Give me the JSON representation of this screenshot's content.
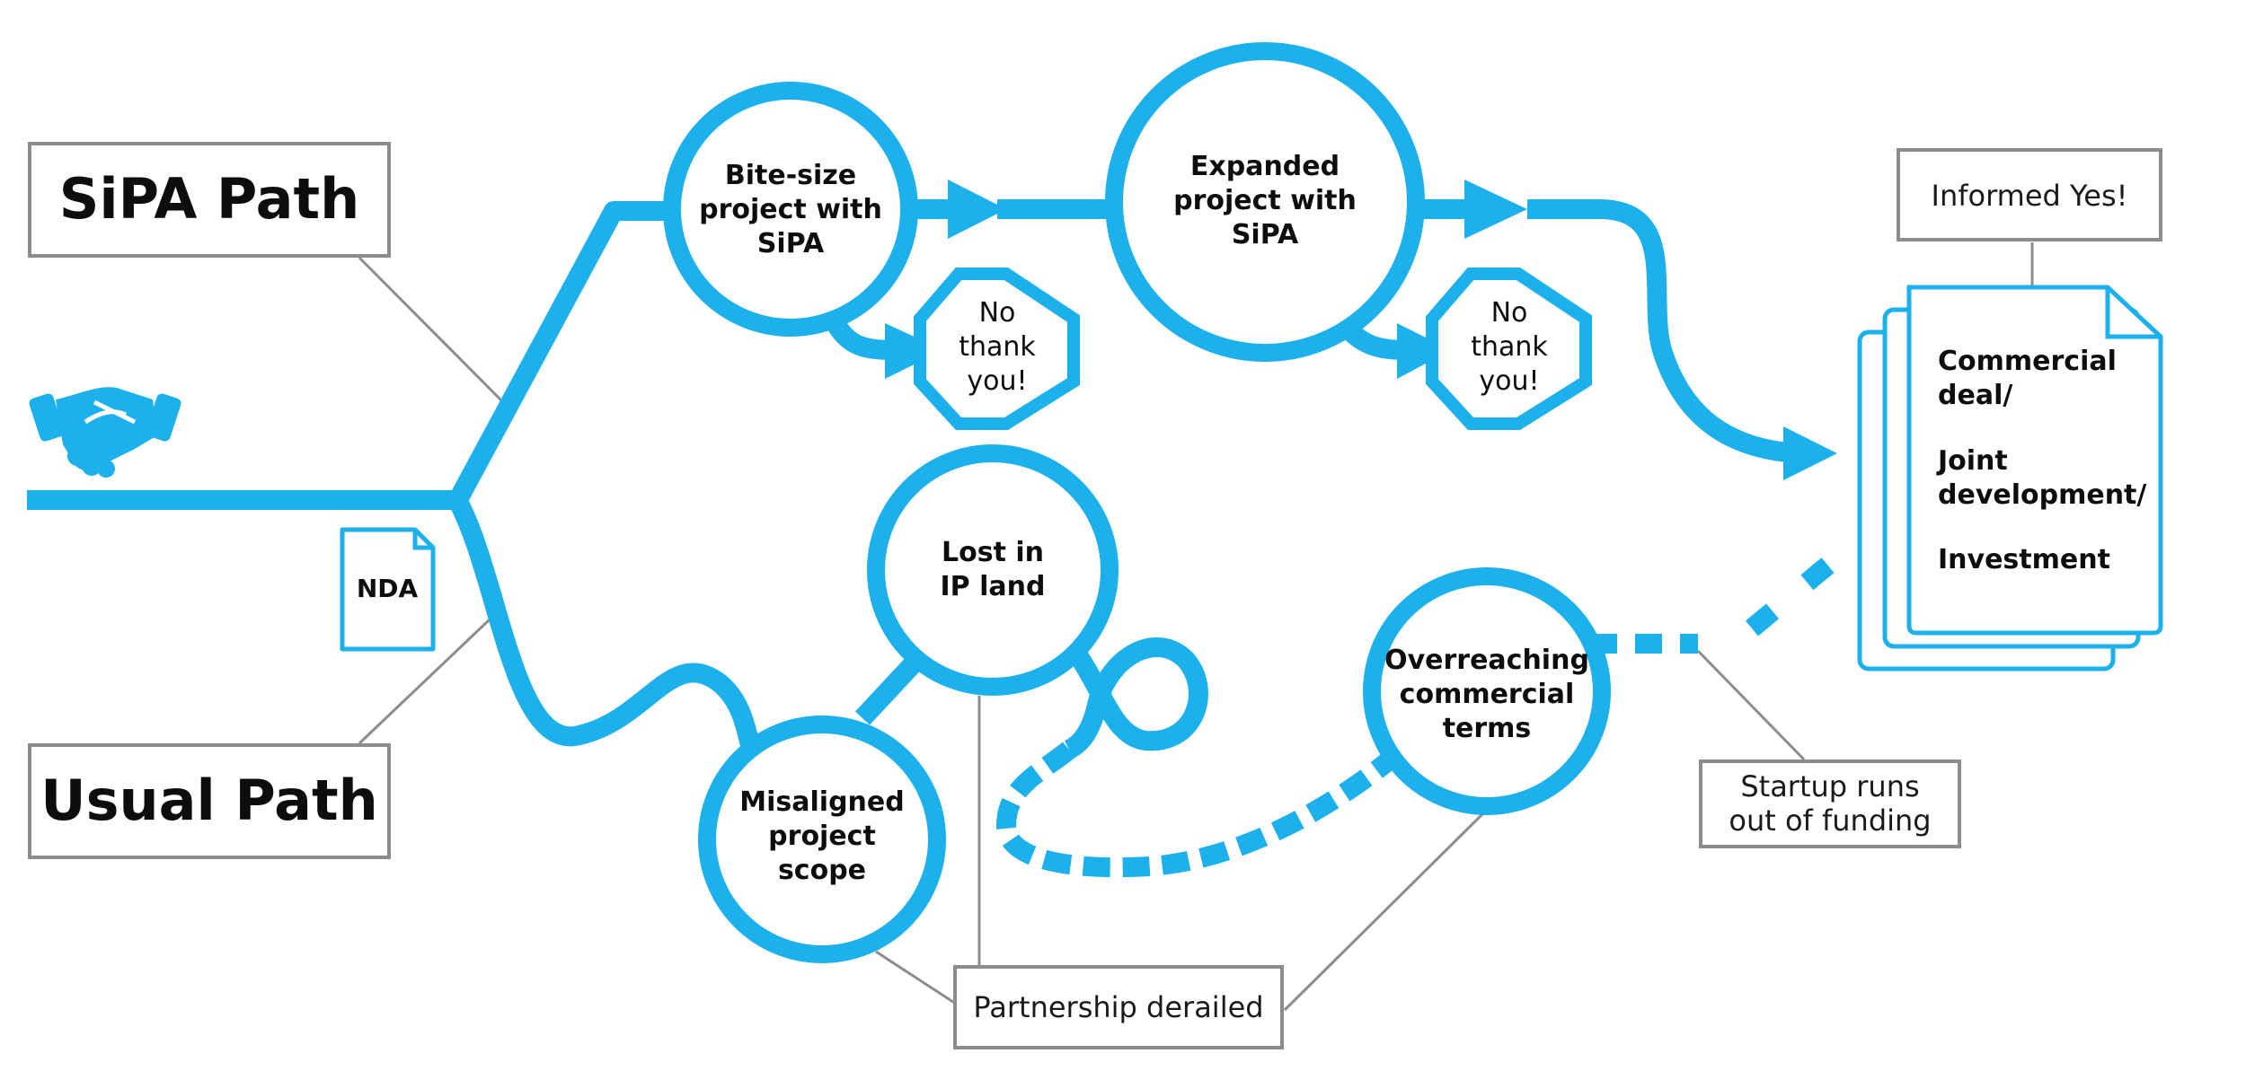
{
  "paths": {
    "sipa": "SiPA Path",
    "usual": "Usual Path"
  },
  "nda_label": "NDA",
  "sipa_steps": {
    "bite_size": [
      "Bite-size",
      "project with",
      "SiPA"
    ],
    "expanded": [
      "Expanded",
      "project with",
      "SiPA"
    ],
    "no_thank_you": [
      "No",
      "thank",
      "you!"
    ]
  },
  "usual_steps": {
    "lost_ip": [
      "Lost in",
      "IP land"
    ],
    "misaligned": [
      "Misaligned",
      "project",
      "scope"
    ],
    "overreaching": [
      "Overreaching",
      "commercial",
      "terms"
    ]
  },
  "callouts": {
    "informed_yes": "Informed Yes!",
    "startup_runs_out": [
      "Startup runs",
      "out of funding"
    ],
    "partnership_derailed": "Partnership derailed"
  },
  "outcome_document": [
    "Commercial",
    "deal/",
    "Joint",
    "development/",
    "Investment"
  ],
  "icons": {
    "handshake": "handshake-icon",
    "nda": "document-icon"
  },
  "colors": {
    "accent": "#1cb0ec",
    "outline": "#8c8c8c",
    "text": "#0d0d0d"
  }
}
